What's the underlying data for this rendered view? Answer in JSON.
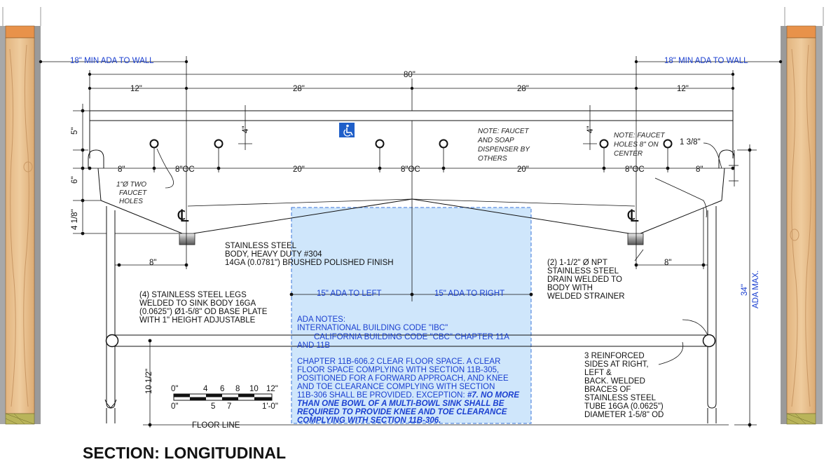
{
  "title": "SECTION: LONGITUDINAL",
  "dimensions": {
    "ada_wall_left": "18\" MIN ADA TO WALL",
    "ada_wall_right": "18\" MIN ADA TO WALL",
    "overall": "80\"",
    "seg_12_left": "12\"",
    "seg_28_left": "28\"",
    "seg_28_right": "28\"",
    "seg_12_right": "12\"",
    "height_5": "5\"",
    "height_4_left": "4\"",
    "height_4_right": "4\"",
    "height_6": "6\"",
    "height_4_1_8": "4 1/8\"",
    "height_10_1_2": "10 1/2\"",
    "height_34": "34\"",
    "ada_max": "ADA MAX.",
    "hole_8_left": "8\"",
    "hole_8oc_1": "8\"OC",
    "hole_20_left": "20\"",
    "hole_8oc_2": "8\"OC",
    "hole_20_right": "20\"",
    "hole_8oc_3": "8\"OC",
    "hole_8_right": "8\"",
    "drain_8_left": "8\"",
    "drain_8_right": "8\"",
    "radius_1_3_8": "1 3/8\"",
    "ada_to_left": "15\" ADA TO LEFT",
    "ada_to_right": "15\" ADA TO RIGHT",
    "floor_line": "FLOOR LINE"
  },
  "centerline_symbol": "℄",
  "handwritten": {
    "faucet_holes_left": [
      "1\"Ø TWO",
      "FAUCET",
      "HOLES"
    ],
    "faucet_note_center": [
      "NOTE: FAUCET",
      "AND SOAP",
      "DISPENSER BY",
      "OTHERS"
    ],
    "faucet_note_right": [
      "NOTE: FAUCET",
      "HOLES 8\" ON",
      "CENTER"
    ]
  },
  "notes": {
    "body": [
      "STAINLESS STEEL",
      "BODY, HEAVY DUTY #304",
      "14GA (0.0781\") BRUSHED POLISHED FINISH"
    ],
    "drain": [
      "(2) 1-1/2\" Ø NPT",
      "STAINLESS STEEL",
      "DRAIN WELDED TO",
      "BODY WITH",
      "WELDED STRAINER"
    ],
    "legs": [
      "(4) STAINLESS STEEL LEGS",
      "WELDED TO SINK BODY 16GA",
      "(0.0625\") Ø1-5/8\" OD BASE PLATE",
      "WITH 1\" HEIGHT ADJUSTABLE"
    ],
    "braces": [
      "3 REINFORCED",
      "SIDES AT RIGHT,",
      "LEFT &",
      "BACK. WELDED",
      "BRACES OF",
      "STAINLESS STEEL",
      "TUBE 16GA (0.0625\")",
      "DIAMETER 1-5/8\" OD"
    ]
  },
  "ada_notes": {
    "heading": "ADA NOTES:",
    "line1": "INTERNATIONAL BUILDING CODE \"IBC\"",
    "line2": "CALIFORNIA BUILDING CODE \"CBC\" CHAPTER 11A",
    "line3": "AND 11B",
    "para": [
      "CHAPTER 11B-606.2 CLEAR FLOOR SPACE. A CLEAR",
      "FLOOR SPACE COMPLYING WITH SECTION 11B-305,",
      "POSITIONED FOR A FORWARD APPROACH, AND KNEE",
      "AND TOE CLEARANCE COMPLYING WITH SECTION"
    ],
    "para_last": "11B-306 SHALL BE PROVIDED. EXCEPTION: ",
    "para_bold_inline": "#7. NO MORE",
    "para_bold": [
      "THAN ONE BOWL OF A MULTI-BOWL SINK SHALL BE",
      "REQUIRED TO PROVIDE KNEE AND TOE CLEARANCE",
      "COMPLYING WITH SECTION 11B-306."
    ]
  },
  "scale": {
    "top_labels": [
      "0\"",
      "4",
      "6",
      "8",
      "10",
      "12\""
    ],
    "bottom_labels": [
      "0\"",
      "5",
      "7",
      "1'-0\""
    ]
  },
  "colors": {
    "ada_blue": "#1a3fd0",
    "ada_zone_fill": "#cfe6fb",
    "wood": "#e9c08f",
    "wood_cap": "#e8924a",
    "wood_base": "#b9b45a",
    "wall_gray": "#9c9c9c"
  }
}
